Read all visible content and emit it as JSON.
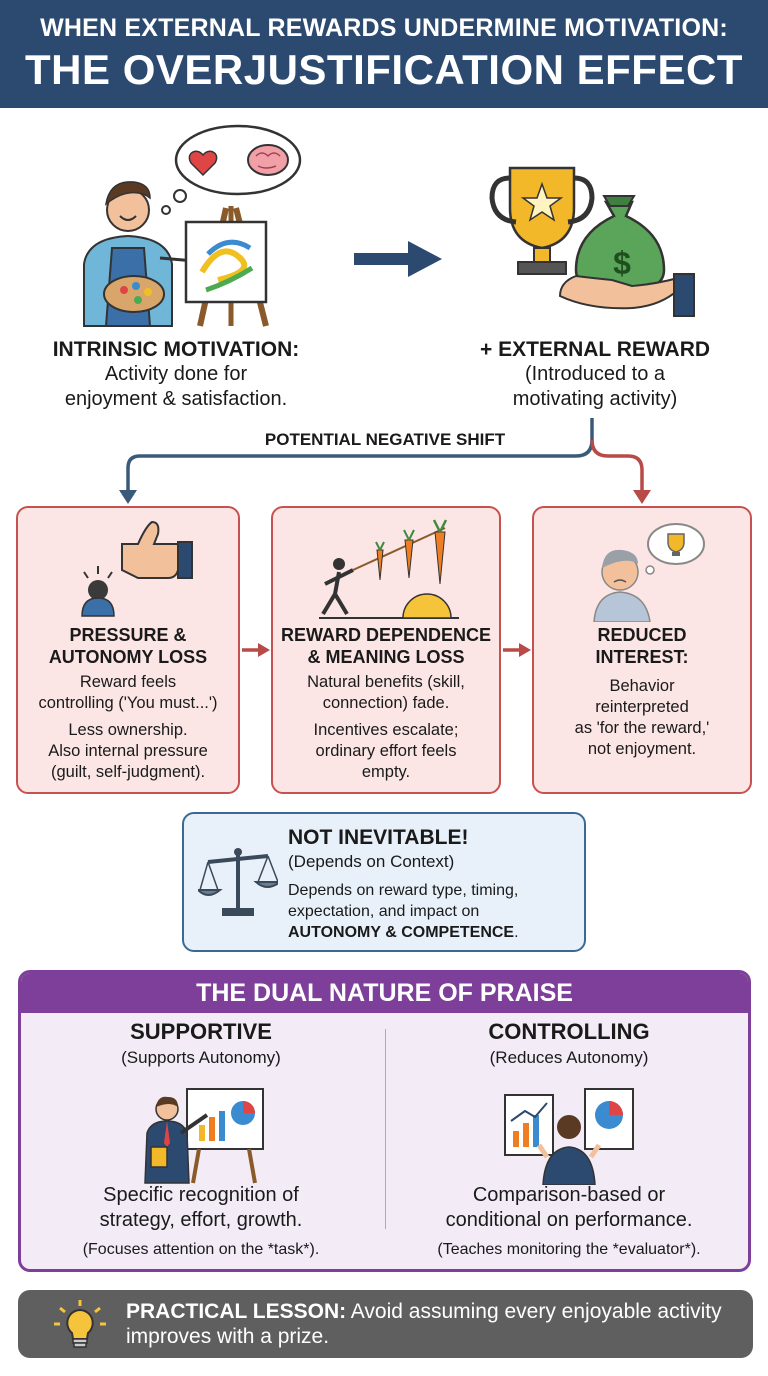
{
  "header": {
    "subtitle": "WHEN EXTERNAL REWARDS UNDERMINE MOTIVATION:",
    "title": "THE OVERJUSTIFICATION EFFECT"
  },
  "intrinsic": {
    "title": "INTRINSIC MOTIVATION:",
    "line1": "Activity done for",
    "line2": "enjoyment & satisfaction."
  },
  "external": {
    "title": "+ EXTERNAL REWARD",
    "line1": "(Introduced to a",
    "line2": "motivating activity)"
  },
  "shift_label": "POTENTIAL NEGATIVE SHIFT",
  "cards": [
    {
      "title_line1": "PRESSURE &",
      "title_line2": "AUTONOMY LOSS",
      "p1_line1": "Reward feels",
      "p1_line2": "controlling ('You must...')",
      "p2_line1": "Less ownership.",
      "p2_line2": "Also internal pressure",
      "p2_line3": "(guilt, self-judgment)."
    },
    {
      "title_line1": "REWARD DEPENDENCE",
      "title_line2": "& MEANING LOSS",
      "p1_line1": "Natural benefits (skill,",
      "p1_line2": "connection) fade.",
      "p2_line1": "Incentives escalate;",
      "p2_line2": "ordinary effort feels",
      "p2_line3": "empty."
    },
    {
      "title_line1": "REDUCED",
      "title_line2": "INTEREST:",
      "p1_line1": "Behavior",
      "p1_line2": "reinterpreted",
      "p1_line3": "as 'for the reward,'",
      "p1_line4": "not enjoyment."
    }
  ],
  "not_inevitable": {
    "title": "NOT INEVITABLE!",
    "subtitle": "(Depends on Context)",
    "text_line1": "Depends on reward type, timing,",
    "text_line2": "expectation, and impact on",
    "text_bold": "AUTONOMY & COMPETENCE",
    "text_end": "."
  },
  "praise": {
    "header": "THE DUAL NATURE OF PRAISE",
    "supportive": {
      "title": "SUPPORTIVE",
      "subtitle": "(Supports Autonomy)",
      "desc_line1": "Specific recognition of",
      "desc_line2": "strategy, effort, growth.",
      "note": "(Focuses attention on the *task*)."
    },
    "controlling": {
      "title": "CONTROLLING",
      "subtitle": "(Reduces Autonomy)",
      "desc_line1": "Comparison-based or",
      "desc_line2": "conditional on performance.",
      "note": "(Teaches monitoring the *evaluator*)."
    }
  },
  "lesson": {
    "label": "PRACTICAL LESSON:",
    "text": " Avoid assuming every enjoyable activity improves with a prize."
  },
  "colors": {
    "header_bg": "#2c4a70",
    "card_border": "#c5524f",
    "card_bg": "#fbe6e5",
    "blue_box_border": "#3a6a92",
    "purple": "#7d3f99",
    "lesson_bg": "#5f5f5f"
  },
  "icons": [
    "painter-icon",
    "thought-bubble-icon",
    "trophy-icon",
    "money-bag-icon",
    "hand-icon",
    "arrow-right-icon",
    "thumbs-up-icon",
    "bowing-person-icon",
    "running-person-icon",
    "carrot-icon",
    "sun-icon",
    "sad-person-icon",
    "balance-scale-icon",
    "presenter-icon",
    "easel-chart-icon",
    "analyst-icon",
    "lightbulb-icon"
  ]
}
